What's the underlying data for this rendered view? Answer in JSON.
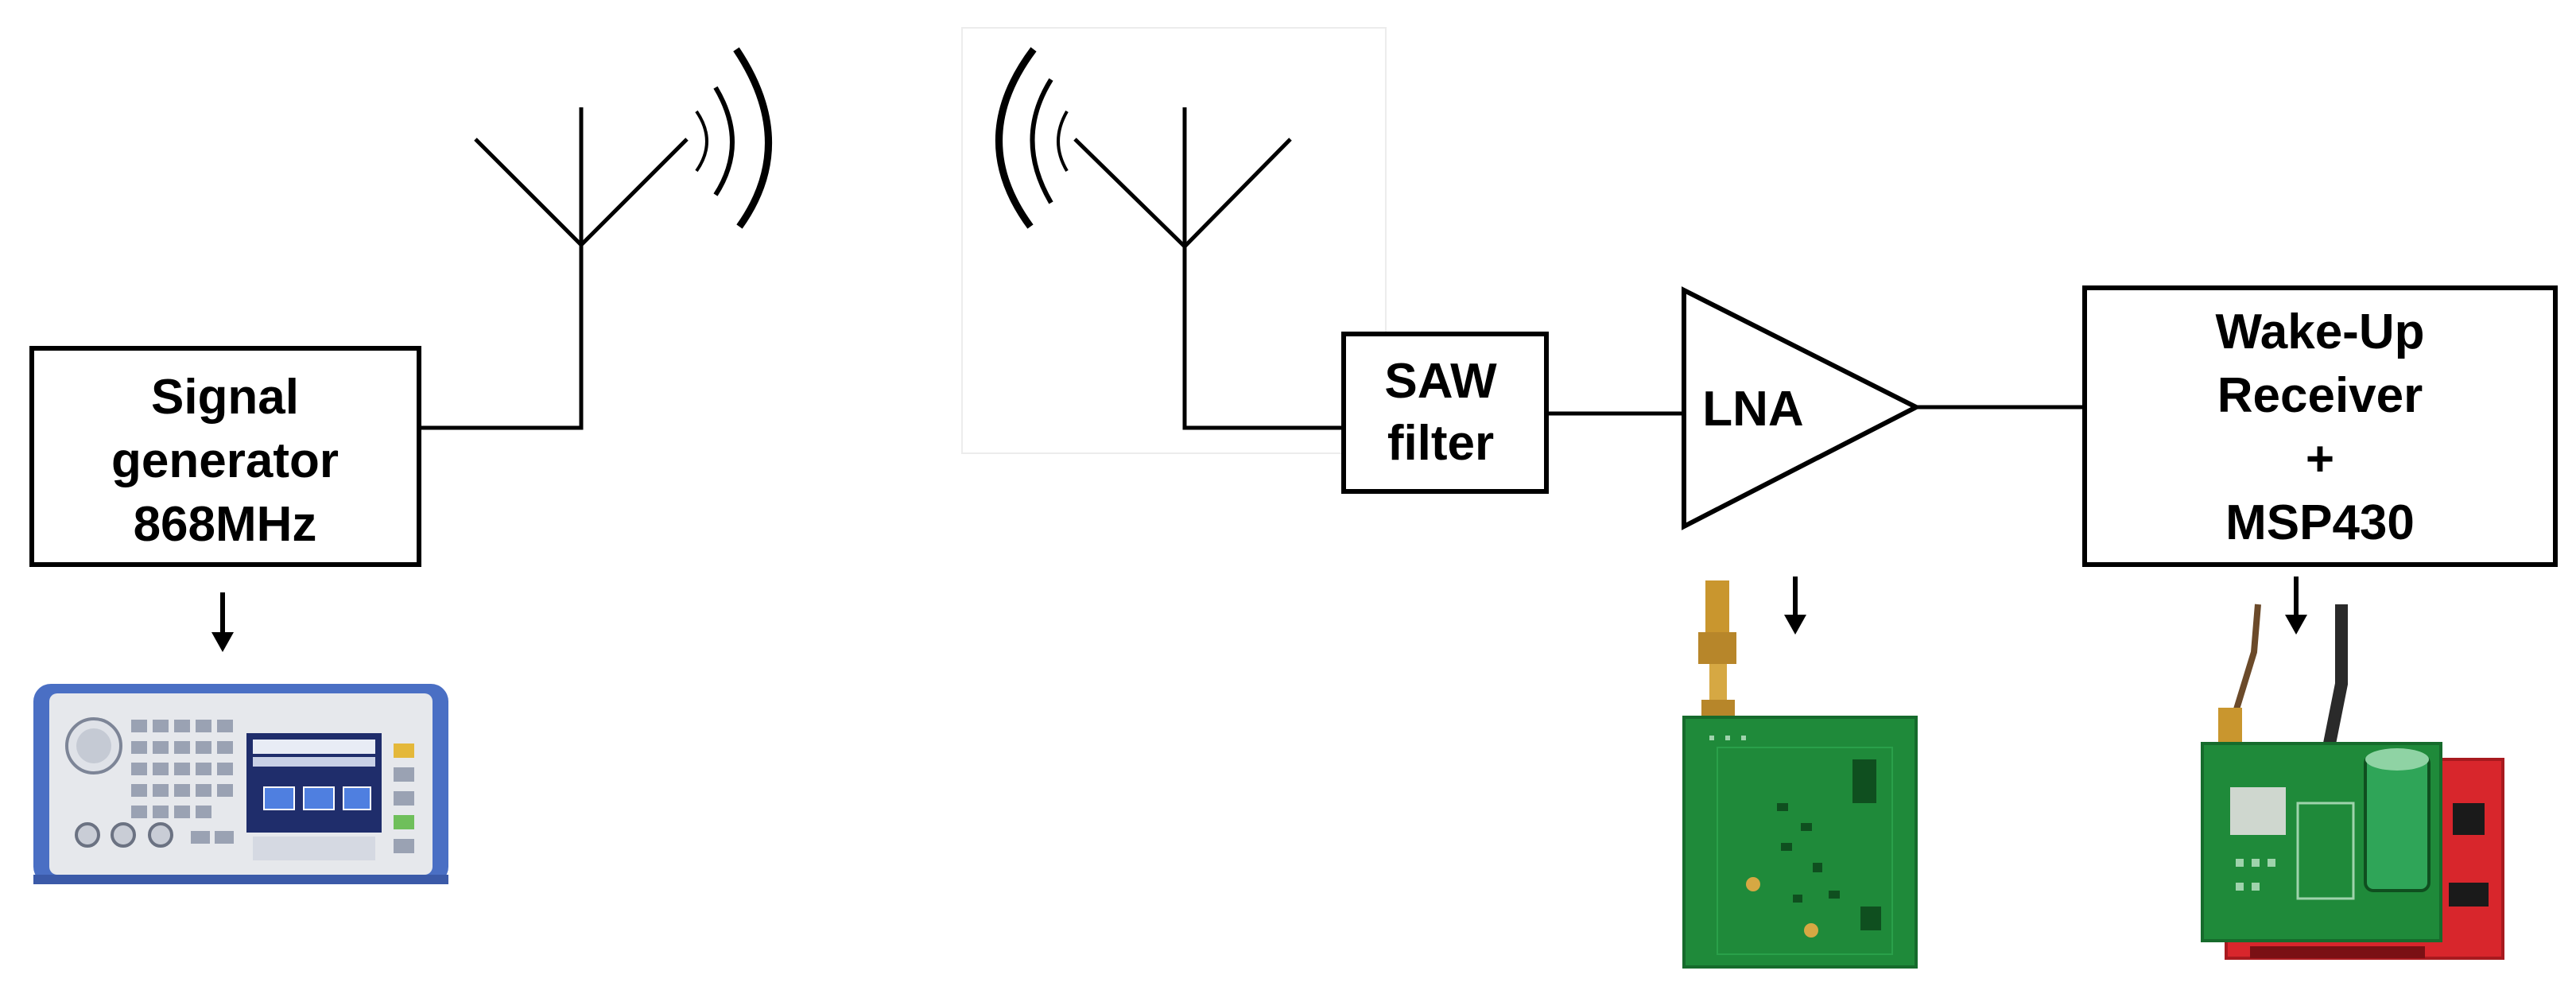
{
  "blocks": {
    "signal_generator": {
      "lines": [
        "Signal",
        "generator",
        "868MHz"
      ]
    },
    "saw_filter": {
      "lines": [
        "SAW",
        "filter"
      ]
    },
    "lna": {
      "label": "LNA"
    },
    "wake_up_receiver": {
      "lines": [
        "Wake-Up",
        "Receiver",
        "+",
        "MSP430"
      ]
    }
  },
  "icons": {
    "tx_antenna": "antenna-icon",
    "rx_antenna": "antenna-icon",
    "signal_generator_photo": "signal-generator-instrument-photo",
    "lna_board_photo": "lna-pcb-board-photo",
    "receiver_board_photo": "wake-up-receiver-pcb-photo",
    "arrow": "arrow-down-icon"
  },
  "colors": {
    "stroke": "#000000",
    "instrument_frame": "#4a6fc4",
    "instrument_panel": "#e6e8ec",
    "instrument_screen": "#1f2d6b",
    "pcb_green": "#1f8a3a",
    "pcb_red": "#d8262c",
    "connector_gold": "#c9962e"
  }
}
